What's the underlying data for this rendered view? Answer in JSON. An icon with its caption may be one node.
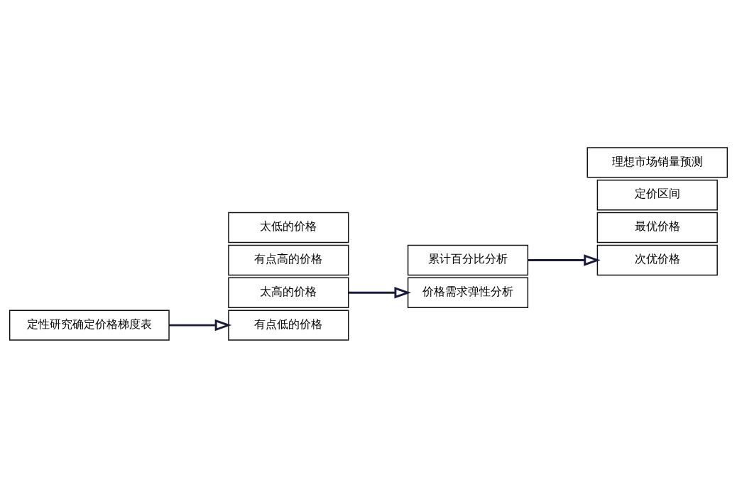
{
  "diagram": {
    "nodes": [
      {
        "text": [
          "定性研究确定价格梯度表"
        ]
      },
      {
        "text": [
          "太高的价格"
        ]
      },
      {
        "text": [
          "有点高的价格"
        ]
      },
      {
        "text": [
          "有点低的价格"
        ]
      },
      {
        "text": [
          "太低的价格"
        ]
      },
      {
        "text": [
          "累计百分比分析"
        ]
      },
      {
        "text": [
          "价格需求弹性分析"
        ]
      },
      {
        "text": [
          "最优价格"
        ]
      },
      {
        "text": [
          "次优价格"
        ]
      },
      {
        "text": [
          "定价区间"
        ]
      },
      {
        "text": [
          "理想市场销量预测"
        ]
      }
    ],
    "edges": [
      {
        "from": 0,
        "to": 3,
        "arrow": "to"
      },
      {
        "from": 1,
        "to": 6,
        "arrow": "to"
      },
      {
        "from": 5,
        "to": 8,
        "arrow": "to"
      }
    ]
  }
}
